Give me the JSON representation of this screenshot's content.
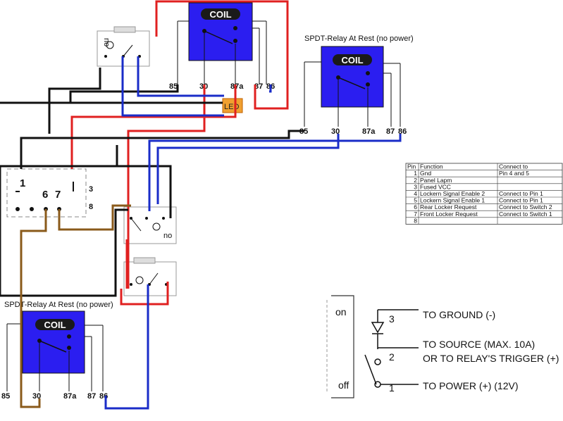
{
  "relays": [
    {
      "coil": "COIL",
      "pins": [
        "85",
        "30",
        "87a",
        "87",
        "86"
      ]
    },
    {
      "title": "SPDT-Relay At Rest (no power)",
      "coil": "COIL",
      "pins": [
        "85",
        "30",
        "87a",
        "87",
        "86"
      ]
    },
    {
      "title": "SPDT-Relay At Rest (no power)",
      "coil": "COIL",
      "pins": [
        "85",
        "30",
        "87a",
        "87",
        "86"
      ]
    }
  ],
  "led_label": "LED",
  "connector": {
    "pins": [
      "1",
      "6",
      "7"
    ],
    "side": [
      "3",
      "8"
    ]
  },
  "switch_labels": {
    "top": "no",
    "bottom": "no",
    "pin1": "1",
    "pin2": "2",
    "pin3": "3"
  },
  "table": {
    "headers": [
      "Pin",
      "Function",
      "Connect to"
    ],
    "rows": [
      [
        "1",
        "Gnd",
        "Pin 4 and 5"
      ],
      [
        "2",
        "Panel Lapm",
        ""
      ],
      [
        "3",
        "Fused VCC",
        ""
      ],
      [
        "4",
        "Lockern Signal Enable 2",
        "Connect to Pin 1"
      ],
      [
        "5",
        "Lockern Signal Enable 1",
        "Connect to Pin 1"
      ],
      [
        "6",
        "Rear Locker Request",
        "Connect to Switch 2"
      ],
      [
        "7",
        "Front Locker Request",
        "Connect to Switch 1"
      ],
      [
        "8",
        "",
        ""
      ]
    ]
  },
  "legend": {
    "on": "on",
    "off": "off",
    "p3": "3",
    "p2": "2",
    "p1": "1",
    "ground": "TO GROUND (-)",
    "source1": "TO SOURCE (MAX. 10A)",
    "source2": "OR TO RELAY'S TRIGGER (+)",
    "power": "TO POWER (+) (12V)"
  }
}
